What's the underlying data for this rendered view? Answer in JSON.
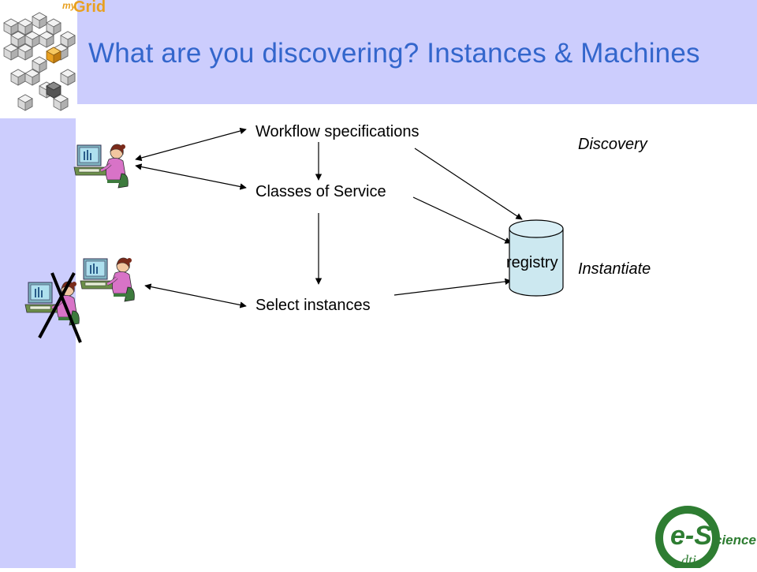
{
  "brand": {
    "prefix": "my",
    "name": "Grid"
  },
  "title": "What are you discovering? Instances & Machines",
  "diagram": {
    "workflow_specifications": "Workflow specifications",
    "classes_of_service": "Classes of Service",
    "select_instances": "Select instances",
    "registry": "registry",
    "discovery": "Discovery",
    "instantiate": "Instantiate"
  },
  "footer_logo": {
    "main": "e-S",
    "suffix": "cience",
    "sub": "dti"
  },
  "colors": {
    "band": "#cccdfd",
    "title": "#3366cc",
    "brand": "#e8a020",
    "registry_fill": "#cce8f0",
    "logo_green": "#2e7d32"
  }
}
